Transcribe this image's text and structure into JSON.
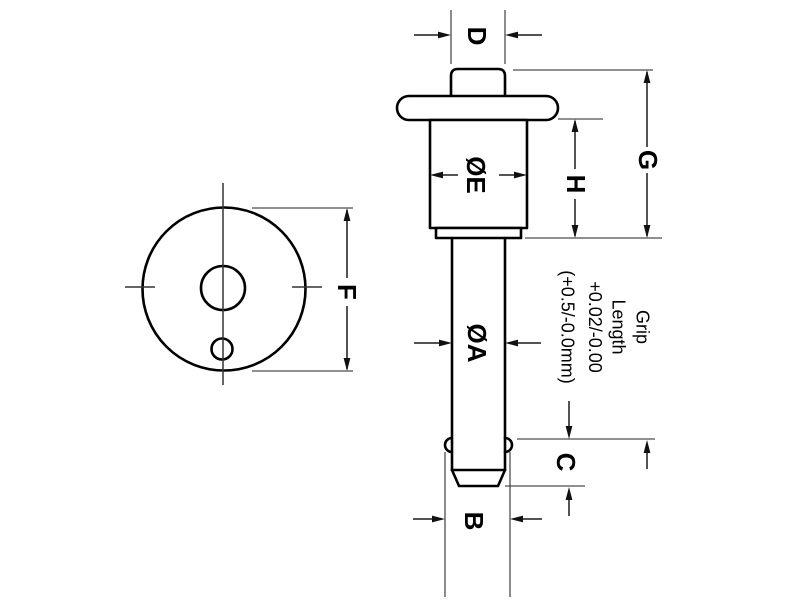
{
  "diagram": {
    "kind": "technical-dimension-drawing",
    "colors": {
      "background": "#ffffff",
      "outline": "#000000",
      "dimension_lines": "#4d4d4d",
      "labels": "#000000"
    },
    "dim_labels": {
      "d": "D",
      "g": "G",
      "h": "H",
      "e": "ØE",
      "a": "ØA",
      "f": "F",
      "b": "B",
      "c": "C"
    },
    "grip_note": {
      "lines": [
        "Grip",
        "Length",
        "+0.02/-0.00",
        "(+0.5/-0.0mm)"
      ]
    }
  }
}
